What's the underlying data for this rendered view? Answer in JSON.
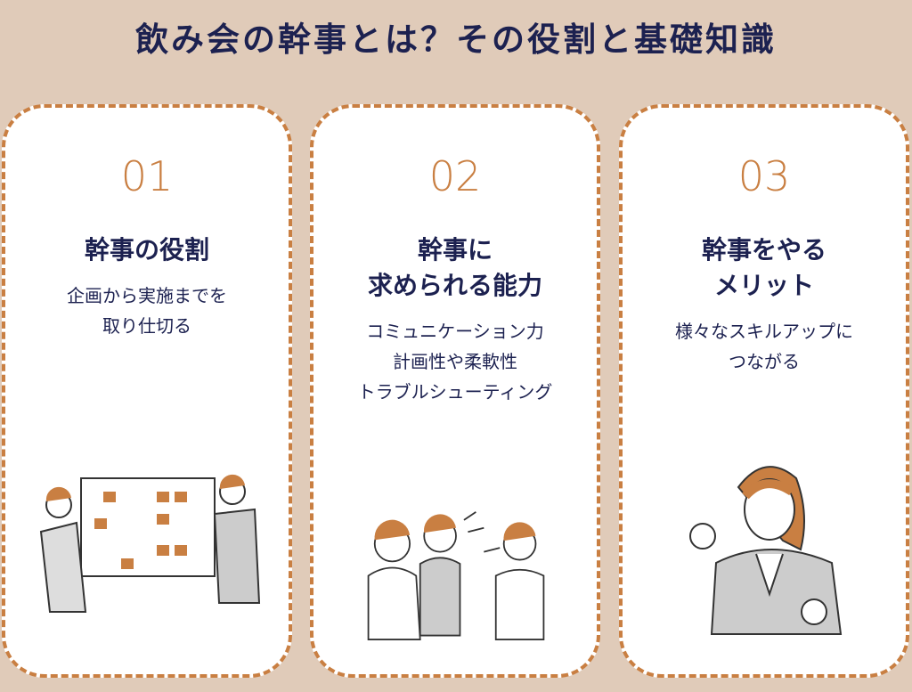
{
  "title": "飲み会の幹事とは？その役割と基礎知識",
  "cards": [
    {
      "number": "01",
      "heading": [
        "幹事の役割"
      ],
      "description": [
        "企画から実施までを",
        "取り仕切る"
      ]
    },
    {
      "number": "02",
      "heading": [
        "幹事に",
        "求められる能力"
      ],
      "description": [
        "コミュニケーション力",
        "計画性や柔軟性",
        "トラブルシューティング"
      ]
    },
    {
      "number": "03",
      "heading": [
        "幹事をやる",
        "メリット"
      ],
      "description": [
        "様々なスキルアップに",
        "つながる"
      ]
    }
  ],
  "colors": {
    "background": "#e0cbb9",
    "accent": "#c97f42",
    "text": "#1c2150"
  }
}
